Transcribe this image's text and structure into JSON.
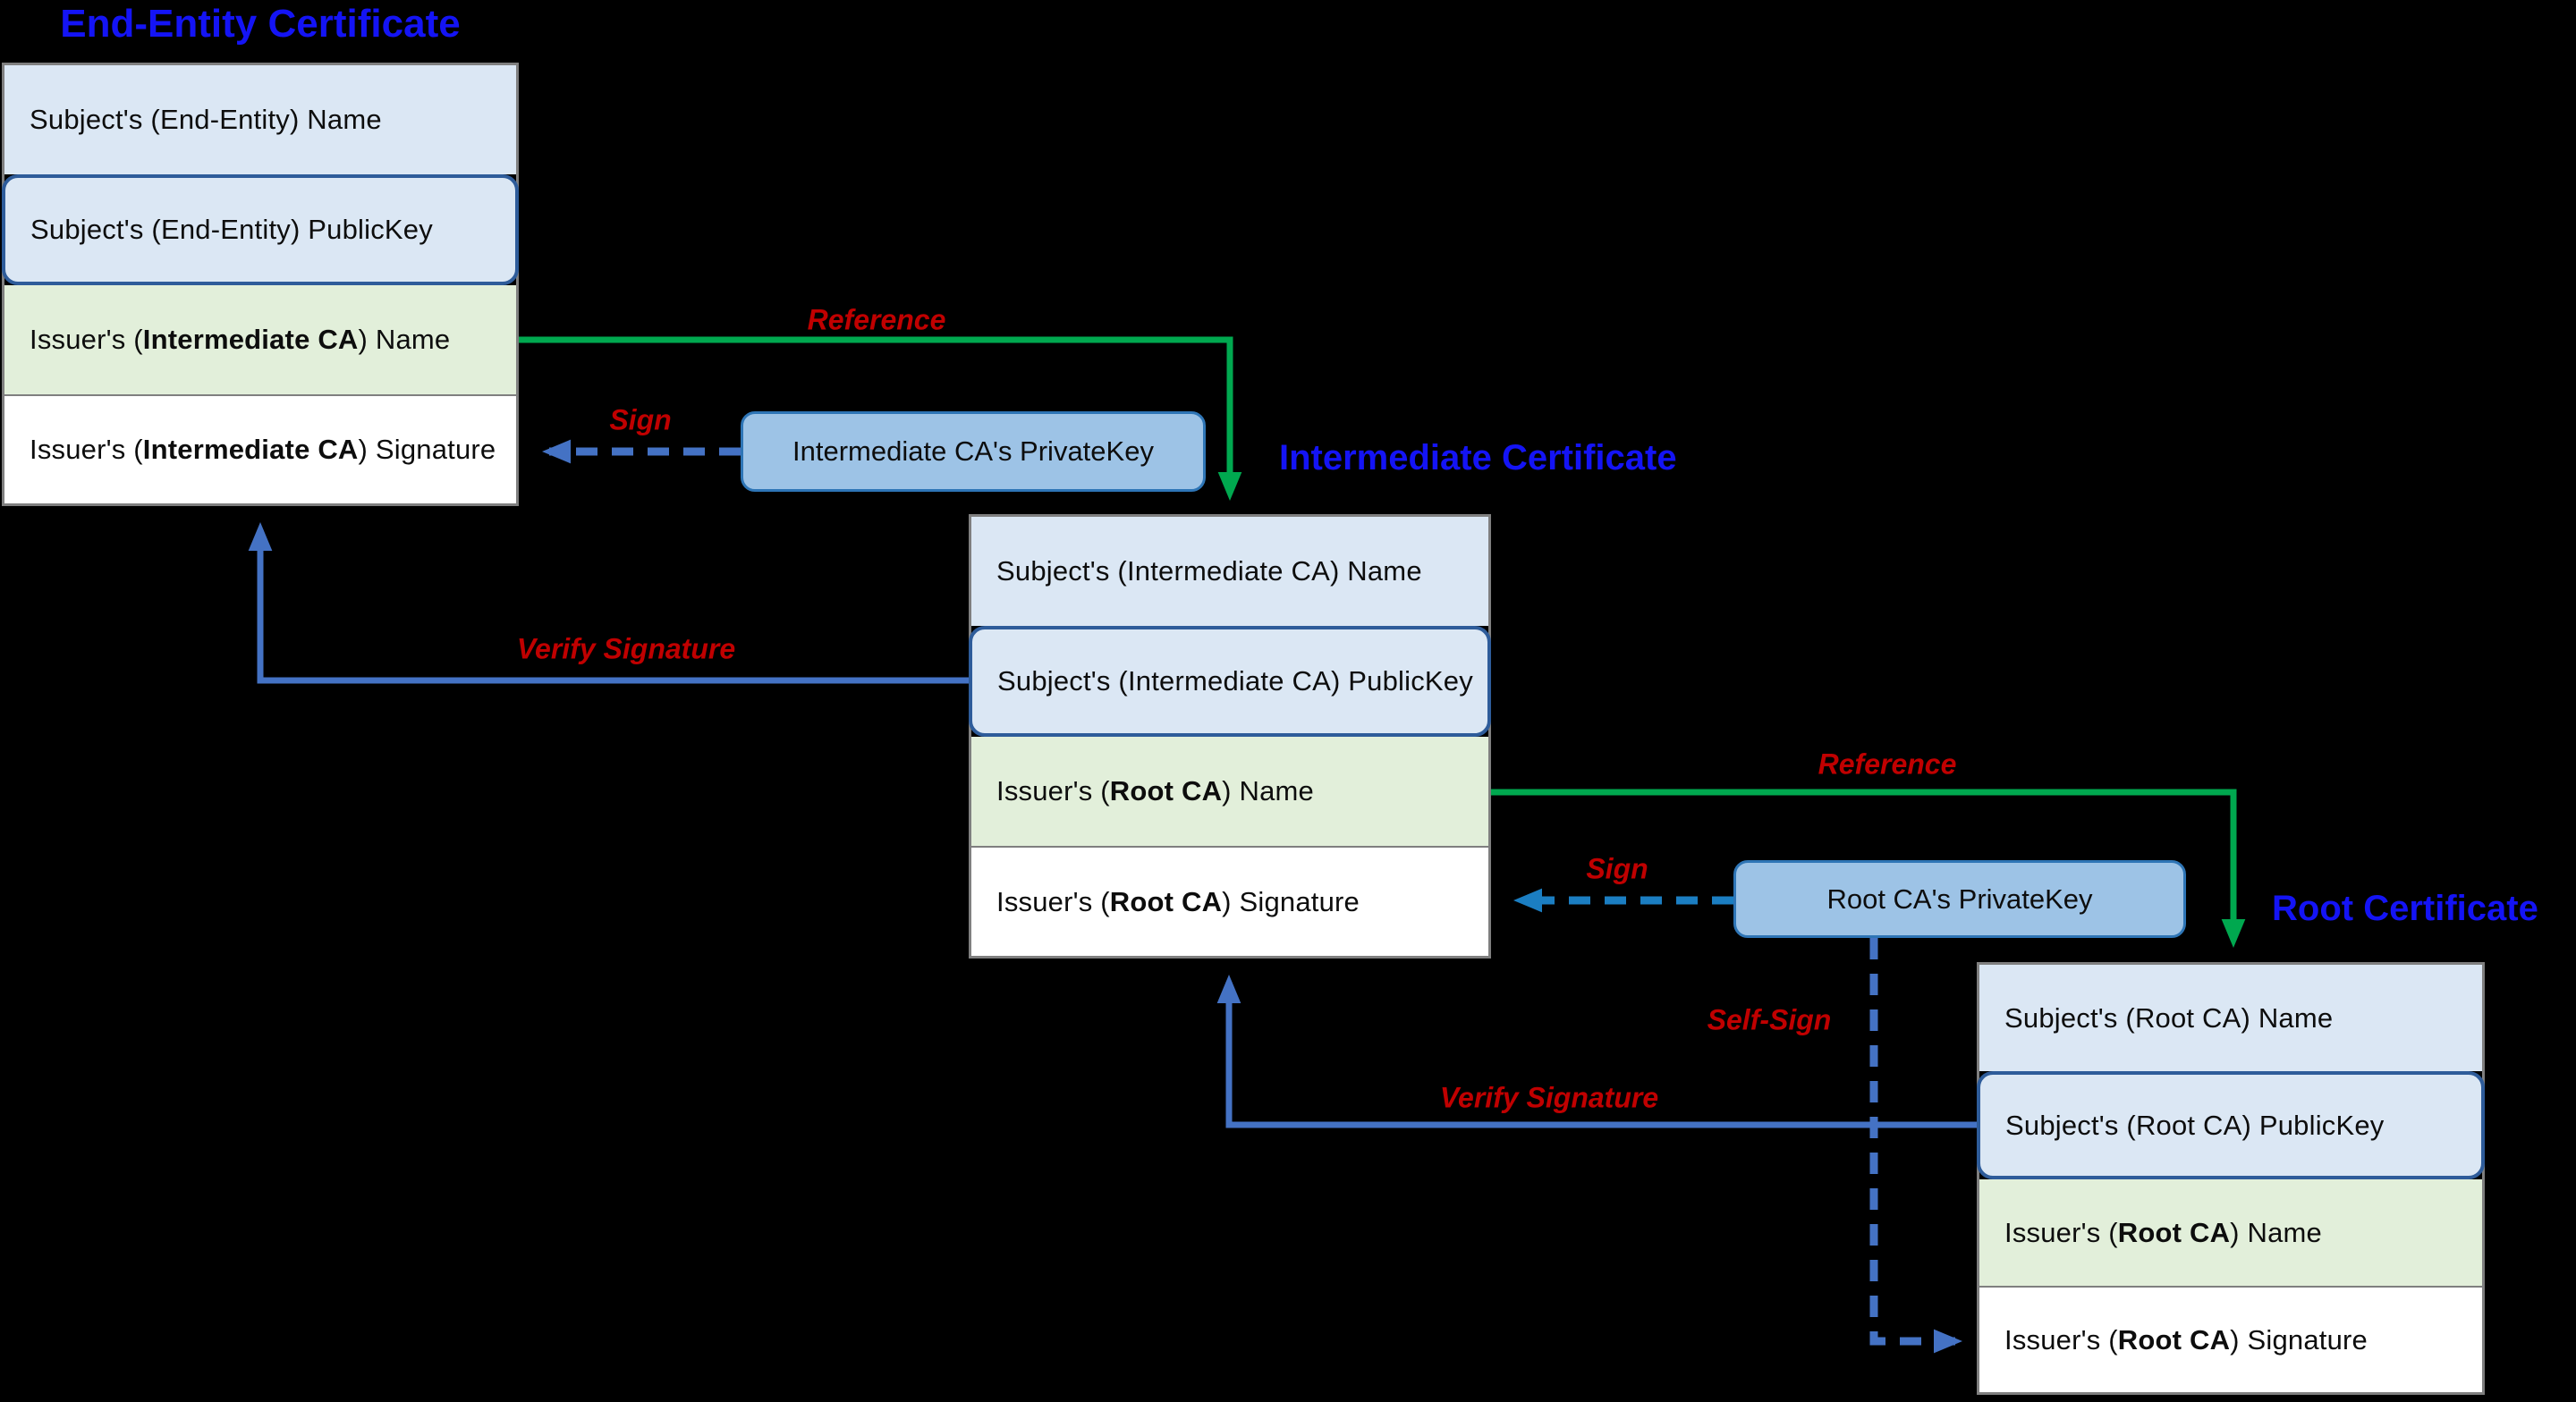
{
  "diagram_title": "Certificate chain of trust",
  "colors": {
    "background": "#000000",
    "title_blue": "#1414f5",
    "label_red": "#c00000",
    "reference_green": "#00a84f",
    "arrow_royal_blue": "#4472c4",
    "arrow_azure_blue": "#1b7ec2",
    "row_light_blue": "#dbe7f4",
    "row_light_green": "#e2efda",
    "row_white": "#ffffff",
    "publickey_border": "#2e5c9a",
    "privatekey_fill": "#9dc3e6",
    "privatekey_border": "#2e75b6",
    "cert_border_gray": "#7f7f7f"
  },
  "certificates": [
    {
      "title": "End-Entity Certificate",
      "rows": [
        {
          "text": {
            "pre": "Subject's (End-Entity) Name",
            "bold": "",
            "post": ""
          }
        },
        {
          "text": {
            "pre": "Subject's (End-Entity) PublicKey",
            "bold": "",
            "post": ""
          }
        },
        {
          "text": {
            "pre": "Issuer's (",
            "bold": "Intermediate CA",
            "post": ") Name"
          }
        },
        {
          "text": {
            "pre": "Issuer's (",
            "bold": "Intermediate CA",
            "post": ") Signature"
          }
        }
      ]
    },
    {
      "title": "Intermediate Certificate",
      "rows": [
        {
          "text": {
            "pre": "Subject's (Intermediate CA) Name",
            "bold": "",
            "post": ""
          }
        },
        {
          "text": {
            "pre": "Subject's (Intermediate CA) PublicKey",
            "bold": "",
            "post": ""
          }
        },
        {
          "text": {
            "pre": "Issuer's (",
            "bold": "Root CA",
            "post": ") Name"
          }
        },
        {
          "text": {
            "pre": "Issuer's (",
            "bold": "Root CA",
            "post": ") Signature"
          }
        }
      ]
    },
    {
      "title": "Root Certificate",
      "rows": [
        {
          "text": {
            "pre": "Subject's (Root CA) Name",
            "bold": "",
            "post": ""
          }
        },
        {
          "text": {
            "pre": "Subject's (Root CA) PublicKey",
            "bold": "",
            "post": ""
          }
        },
        {
          "text": {
            "pre": "Issuer's (",
            "bold": "Root CA",
            "post": ") Name"
          }
        },
        {
          "text": {
            "pre": "Issuer's (",
            "bold": "Root CA",
            "post": ") Signature"
          }
        }
      ]
    }
  ],
  "private_keys": [
    {
      "label": "Intermediate CA's PrivateKey"
    },
    {
      "label": "Root CA's PrivateKey"
    }
  ],
  "arrow_labels": {
    "reference1": "Reference",
    "sign1": "Sign",
    "verify1": "Verify Signature",
    "reference2": "Reference",
    "sign2": "Sign",
    "verify2": "Verify Signature",
    "self_sign": "Self-Sign"
  }
}
